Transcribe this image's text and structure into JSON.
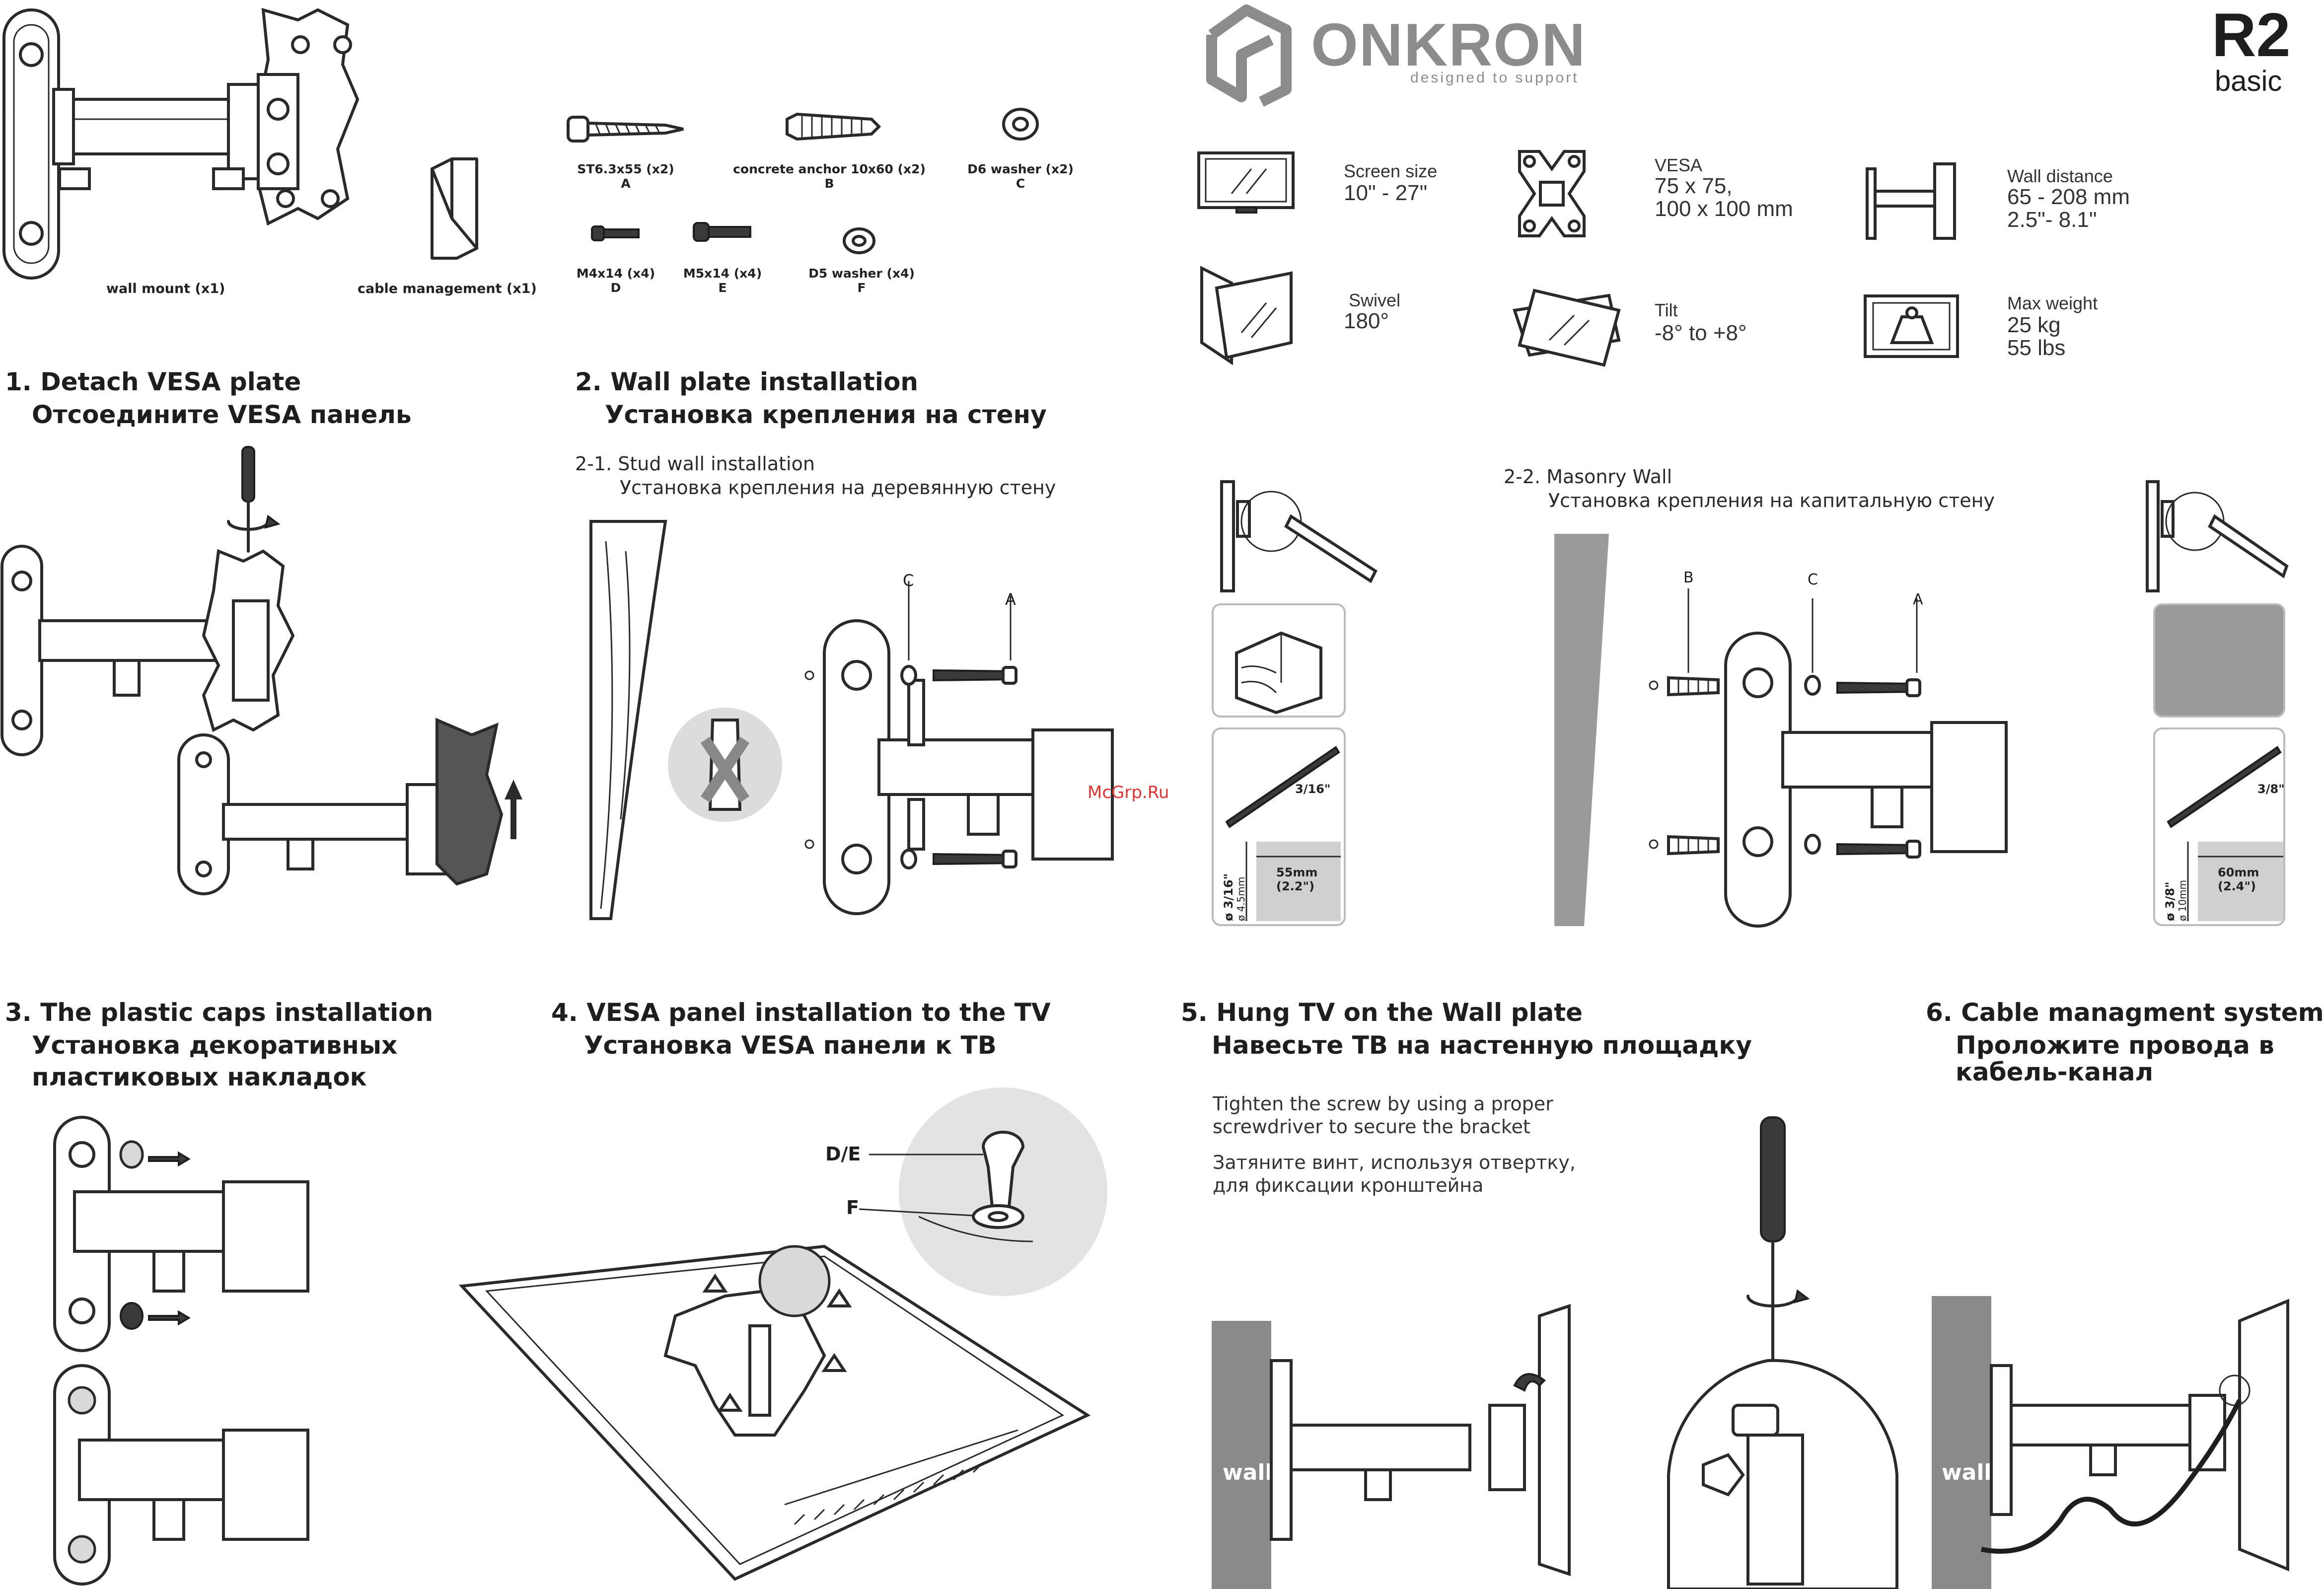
{
  "brand": {
    "name": "ONKRON",
    "tagline": "designed to support",
    "model": "R2",
    "variant": "basic"
  },
  "parts": {
    "wall_mount": "wall mount (x1)",
    "cable_mgmt": "cable management (x1)",
    "items": [
      {
        "label": "ST6.3x55  (x2)",
        "code": "A"
      },
      {
        "label": "concrete anchor 10x60 (x2)",
        "code": "B"
      },
      {
        "label": "D6 washer  (x2)",
        "code": "C"
      },
      {
        "label": "M4x14 (x4)",
        "code": "D"
      },
      {
        "label": "M5x14 (x4)",
        "code": "E"
      },
      {
        "label": "D5 washer  (x4)",
        "code": "F"
      }
    ]
  },
  "specs": {
    "screen": {
      "name": "Screen size",
      "value": "10\" - 27\""
    },
    "vesa": {
      "name": "VESA",
      "value1": "75 x 75,",
      "value2": "100 x 100 mm"
    },
    "wall_distance": {
      "name": "Wall distance",
      "value1": "65 - 208 mm",
      "value2": "2.5\"- 8.1\""
    },
    "swivel": {
      "name": "Swivel",
      "value": "180°"
    },
    "tilt": {
      "name": "Tilt",
      "value": "-8° to +8°"
    },
    "max_weight": {
      "name": "Max weight",
      "value1": "25 kg",
      "value2": "55 lbs"
    }
  },
  "steps": {
    "s1": {
      "en": "1. Detach VESA plate",
      "ru": "Отсоедините VESA панель"
    },
    "s2": {
      "en": "2. Wall plate installation",
      "ru": "Установка крепления на стену",
      "sub1_en": "2-1. Stud wall installation",
      "sub1_ru": "Установка крепления на деревянную стену",
      "sub2_en": "2-2. Masonry Wall",
      "sub2_ru": "Установка крепления на капитальную стену",
      "callouts": {
        "a": "A",
        "b": "B",
        "c": "C"
      },
      "stud": {
        "drill": "3/16\"",
        "hole_in": "ø 3/16\"",
        "hole_mm": "ø 4.5mm",
        "depth_mm": "55mm",
        "depth_in": "(2.2\")"
      },
      "masonry": {
        "drill": "3/8\"",
        "hole_in": "ø 3/8\"",
        "hole_mm": "ø 10mm",
        "depth_mm": "60mm",
        "depth_in": "(2.4\")"
      }
    },
    "s3": {
      "en": "3. The plastic caps installation",
      "ru1": "Установка декоративных",
      "ru2": "пластиковых накладок"
    },
    "s4": {
      "en": "4. VESA panel installation to the TV",
      "ru": "Установка VESA панели к ТВ",
      "callout_de": "D/E",
      "callout_f": "F"
    },
    "s5": {
      "en": "5. Hung TV on the Wall plate",
      "ru": "Навесьте ТВ на настенную площадку",
      "note_en": "Tighten the screw by using a proper screwdriver to secure the bracket",
      "note_ru": "Затяните винт, используя отвертку, для фиксации кронштейна",
      "wall": "wall"
    },
    "s6": {
      "en": "6. Cable managment system",
      "ru1": "Проложите провода в",
      "ru2": "кабель-канал",
      "wall": "wall"
    }
  },
  "watermark": "McGrp.Ru"
}
